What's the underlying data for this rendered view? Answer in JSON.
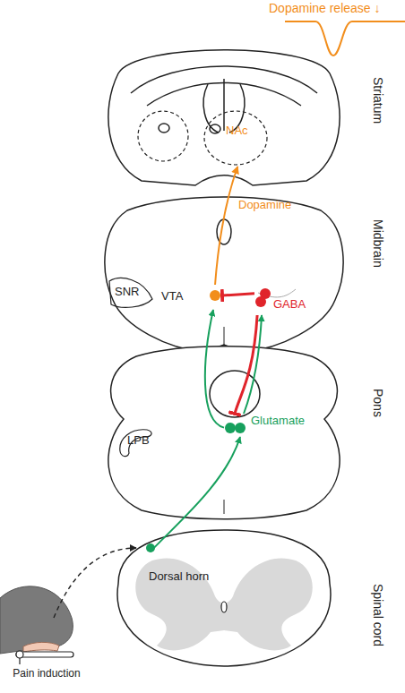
{
  "diagram": {
    "nodes": [
      {
        "text": [
          "Striatum"
        ]
      },
      {
        "text": [
          "NAc"
        ],
        "in": 0
      },
      {
        "text": [
          "Midbrain"
        ]
      },
      {
        "text": [
          "VTA"
        ],
        "in": 2
      },
      {
        "text": [
          "SNR"
        ],
        "in": 2
      },
      {
        "text": [
          "GABA"
        ],
        "in": 2
      },
      {
        "text": [
          "Pons"
        ]
      },
      {
        "text": [
          "LPB"
        ],
        "in": 6
      },
      {
        "text": [
          "Glutamate"
        ],
        "in": 6
      },
      {
        "text": [
          "Spinal cord"
        ]
      },
      {
        "text": [
          "Dorsal horn"
        ],
        "in": 9
      }
    ],
    "edges": [
      {
        "from": 3,
        "to": 1,
        "label": "Dopamine",
        "arrow": "to"
      },
      {
        "from": 10,
        "to": 8,
        "arrow": "to"
      },
      {
        "from": 8,
        "to": 3,
        "arrow": "to"
      },
      {
        "from": 8,
        "to": 5,
        "arrow": "to"
      },
      {
        "from": 5,
        "to": 3,
        "arrow": "to"
      },
      {
        "from": 5,
        "to": 8,
        "arrow": "to"
      }
    ],
    "labels": [
      "Dopamine release ↓",
      "Pain induction"
    ]
  }
}
